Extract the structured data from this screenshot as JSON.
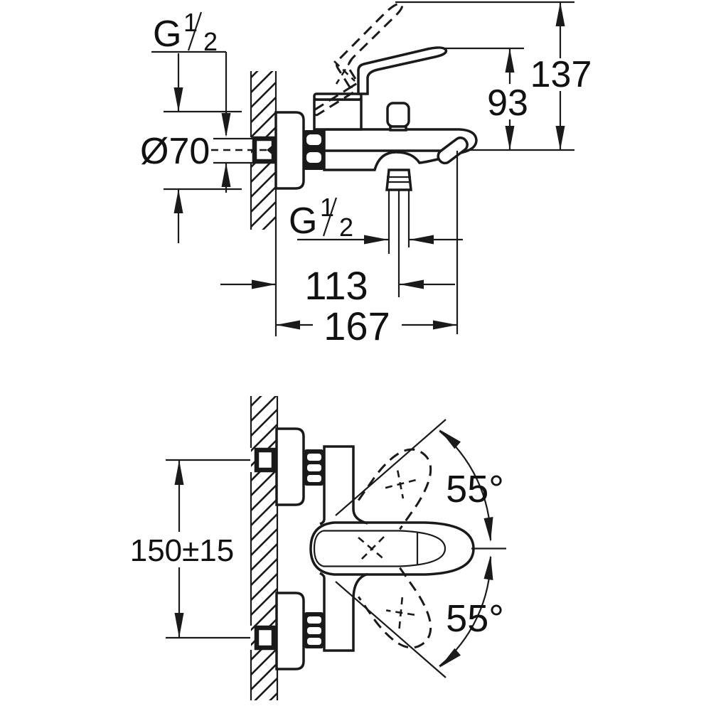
{
  "drawing": {
    "kind": "technical-dimension-drawing",
    "subject": "wall-mounted single-lever bath mixer, side view (top) and front view (bottom)",
    "colors": {
      "line": "#1a1a1a",
      "background": "#ffffff"
    },
    "threads": {
      "wall_connection": {
        "symbol": "G",
        "numerator": "1",
        "denominator": "2"
      },
      "shower_outlet": {
        "symbol": "G",
        "numerator": "1",
        "denominator": "2"
      }
    },
    "dims": {
      "escutcheon_diameter": "Ø70",
      "lever_height": "93",
      "lever_raised_height": "137",
      "shower_outlet_offset": "113",
      "spout_projection": "167",
      "connection_spacing": "150±15",
      "swivel_angle_upper": "55°",
      "swivel_angle_lower": "55°"
    }
  }
}
